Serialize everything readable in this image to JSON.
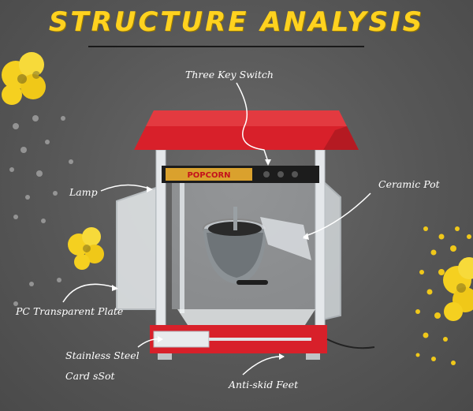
{
  "title": "STRUCTURE ANALYSIS",
  "machine_label": "POPCORN",
  "callouts": {
    "three_key_switch": "Three Key Switch",
    "lamp": "Lamp",
    "ceramic_pot": "Ceramic Pot",
    "pc_transparent_plate": "PC Transparent Plate",
    "stainless_steel": "Stainless Steel",
    "card_slot": "Card sSot",
    "anti_skid_feet": "Anti-skid Feet"
  },
  "colors": {
    "background": "#575757",
    "title_yellow": "#ffd21f",
    "machine_red": "#d8202a",
    "popcorn_yellow": "#f5d020"
  }
}
